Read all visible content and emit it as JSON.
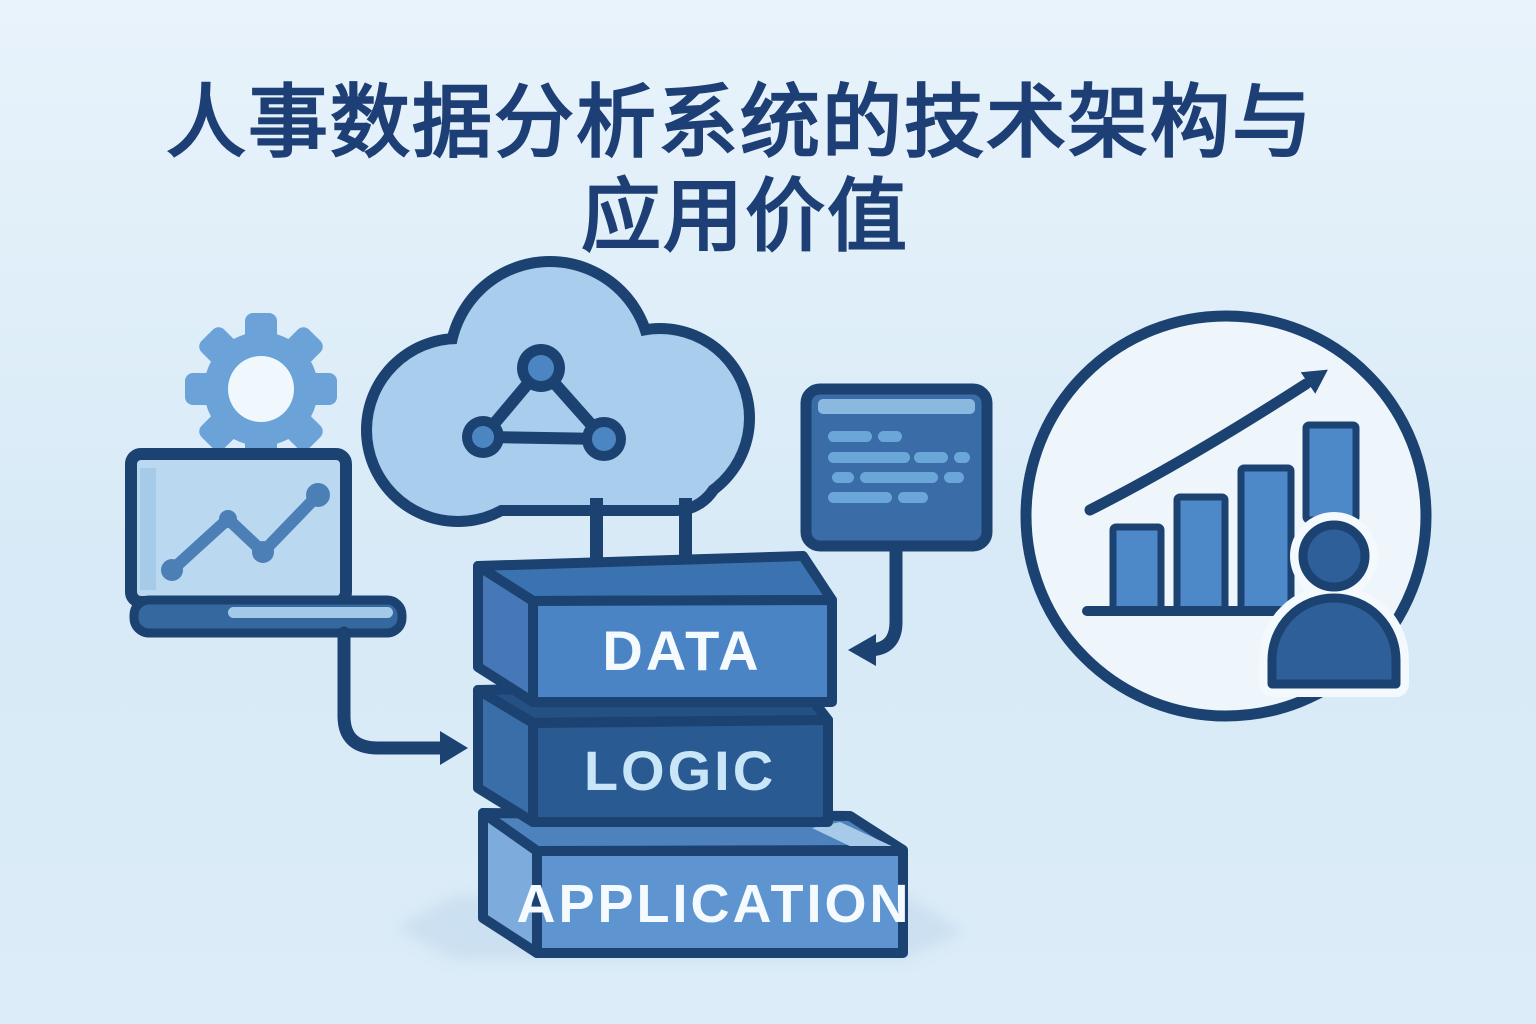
{
  "title": {
    "line1": "人事数据分析系统的技术架构与",
    "line2": "应用价值"
  },
  "stack": {
    "layers": [
      {
        "label": "DATA"
      },
      {
        "label": "LOGIC"
      },
      {
        "label": "APPLICATION"
      }
    ]
  },
  "icons": [
    {
      "name": "gear-icon"
    },
    {
      "name": "laptop-line-chart-icon"
    },
    {
      "name": "cloud-network-icon"
    },
    {
      "name": "code-window-icon"
    },
    {
      "name": "flow-arrow-laptop-to-stack"
    },
    {
      "name": "flow-arrow-code-to-stack"
    },
    {
      "name": "growth-analytics-circle-icon"
    },
    {
      "name": "bar-chart-icon"
    },
    {
      "name": "growth-arrow-icon"
    },
    {
      "name": "person-icon"
    }
  ],
  "colors": {
    "background_top": "#e8f3fb",
    "background_bottom": "#dcecf8",
    "outline": "#1b4271",
    "title": "#1d3f75",
    "cloud": "#a9cdec",
    "gear": "#6ba3d9",
    "gear_hole": "#f1f8fd",
    "screen": "#bad9f0",
    "chart_line": "#4b7fb5",
    "laptop_base": "#35689f",
    "data_front": "#4a84c4",
    "data_top": "#3b72b0",
    "logic_front": "#2a5a92",
    "logic_top": "#245083",
    "logic_left": "#3a6ea9",
    "app_front": "#5e94d0",
    "app_left": "#7cabdc",
    "app_top": "#4d82bd",
    "label_light": "#f4fafd",
    "logic_label": "#c8e6f8",
    "circle_fill": "#eef6fc",
    "bar_fill": "#4d88c8",
    "person_fill": "#2e5f98",
    "code_window": "#3a6ca8",
    "code_topbar": "#8ab8de",
    "code_line": "#6ba6d8",
    "shadow": "#c9def0"
  }
}
